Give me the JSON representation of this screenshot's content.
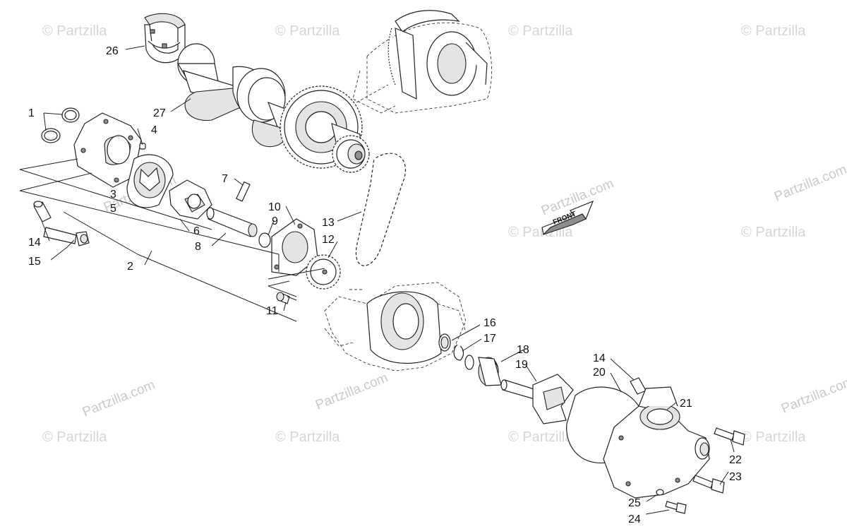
{
  "watermark": {
    "text": "© Partzilla",
    "alt_text": "Partzilla.com"
  },
  "direction_label": "FRONT",
  "callouts": [
    {
      "id": "c1",
      "label": "1"
    },
    {
      "id": "c2",
      "label": "2"
    },
    {
      "id": "c3",
      "label": "3"
    },
    {
      "id": "c4",
      "label": "4"
    },
    {
      "id": "c5",
      "label": "5"
    },
    {
      "id": "c6",
      "label": "6"
    },
    {
      "id": "c7",
      "label": "7"
    },
    {
      "id": "c8",
      "label": "8"
    },
    {
      "id": "c9",
      "label": "9"
    },
    {
      "id": "c10",
      "label": "10"
    },
    {
      "id": "c11",
      "label": "11"
    },
    {
      "id": "c12",
      "label": "12"
    },
    {
      "id": "c13",
      "label": "13"
    },
    {
      "id": "c14a",
      "label": "14"
    },
    {
      "id": "c15",
      "label": "15"
    },
    {
      "id": "c16",
      "label": "16"
    },
    {
      "id": "c17",
      "label": "17"
    },
    {
      "id": "c18",
      "label": "18"
    },
    {
      "id": "c19",
      "label": "19"
    },
    {
      "id": "c14b",
      "label": "14"
    },
    {
      "id": "c20",
      "label": "20"
    },
    {
      "id": "c21",
      "label": "21"
    },
    {
      "id": "c22",
      "label": "22"
    },
    {
      "id": "c23",
      "label": "23"
    },
    {
      "id": "c24",
      "label": "24"
    },
    {
      "id": "c25",
      "label": "25"
    },
    {
      "id": "c26",
      "label": "26"
    },
    {
      "id": "c27",
      "label": "27"
    }
  ]
}
